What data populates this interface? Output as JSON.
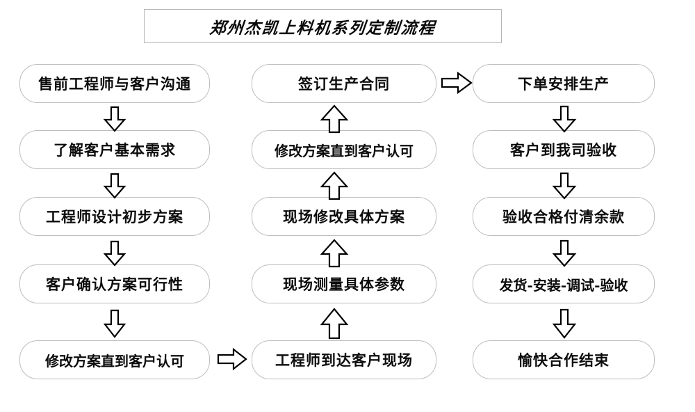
{
  "title": {
    "text": "郑州杰凯上料机系列定制流程"
  },
  "colors": {
    "box_border": "#bdbdbd",
    "title_border": "#b6b6b6",
    "text": "#0c0c0c",
    "arrow_stroke": "#000000",
    "background": "#ffffff"
  },
  "columns": [
    {
      "id": "column-1",
      "direction": "down",
      "nodes": [
        {
          "id": "node-presales-communication",
          "label": "售前工程师与客户沟通"
        },
        {
          "id": "node-understand-basic-needs",
          "label": "了解客户基本需求"
        },
        {
          "id": "node-engineer-initial-plan",
          "label": "工程师设计初步方案"
        },
        {
          "id": "node-customer-confirm-plan",
          "label": "客户确认方案可行性"
        },
        {
          "id": "node-revise-until-approved-1",
          "label": "修改方案直到客户认可"
        }
      ]
    },
    {
      "id": "column-2",
      "direction": "up",
      "nodes": [
        {
          "id": "node-sign-production-contract",
          "label": "签订生产合同"
        },
        {
          "id": "node-revise-until-approved-2",
          "label": "修改方案直到客户认可"
        },
        {
          "id": "node-onsite-revise-plan",
          "label": "现场修改具体方案"
        },
        {
          "id": "node-onsite-measure-params",
          "label": "现场测量具体参数"
        },
        {
          "id": "node-engineer-arrives-onsite",
          "label": "工程师到达客户现场"
        }
      ]
    },
    {
      "id": "column-3",
      "direction": "down",
      "nodes": [
        {
          "id": "node-place-order-production",
          "label": "下单安排生产"
        },
        {
          "id": "node-customer-inspection",
          "label": "客户到我司验收"
        },
        {
          "id": "node-pay-balance-after-accept",
          "label": "验收合格付清余款"
        },
        {
          "id": "node-ship-install-debug-accept",
          "label": "发货-安装-调试-验收"
        },
        {
          "id": "node-happy-cooperation-end",
          "label": "愉快合作结束"
        }
      ]
    }
  ],
  "connectors": {
    "down_arrow_icon": "arrow-down-icon",
    "up_arrow_icon": "arrow-up-icon",
    "right_arrow_icon": "arrow-right-icon"
  }
}
